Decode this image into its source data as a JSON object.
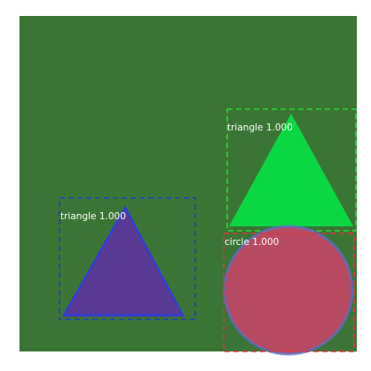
{
  "image": {
    "background_color": "#ffffff",
    "canvas_color": "#3b7535"
  },
  "detections": [
    {
      "class": "triangle",
      "score": "1.000",
      "box_color": "#1a40c0",
      "mask_color": "#6a3a9a",
      "shape_color": "#5a3a95"
    },
    {
      "class": "triangle",
      "score": "1.000",
      "box_color": "#28d83a",
      "mask_color": "#0ad843",
      "shape_color": "#0ad843"
    },
    {
      "class": "circle",
      "score": "1.000",
      "box_color": "#d83a3a",
      "mask_color": "#b84a62",
      "shape_color": "#b84a62"
    }
  ]
}
